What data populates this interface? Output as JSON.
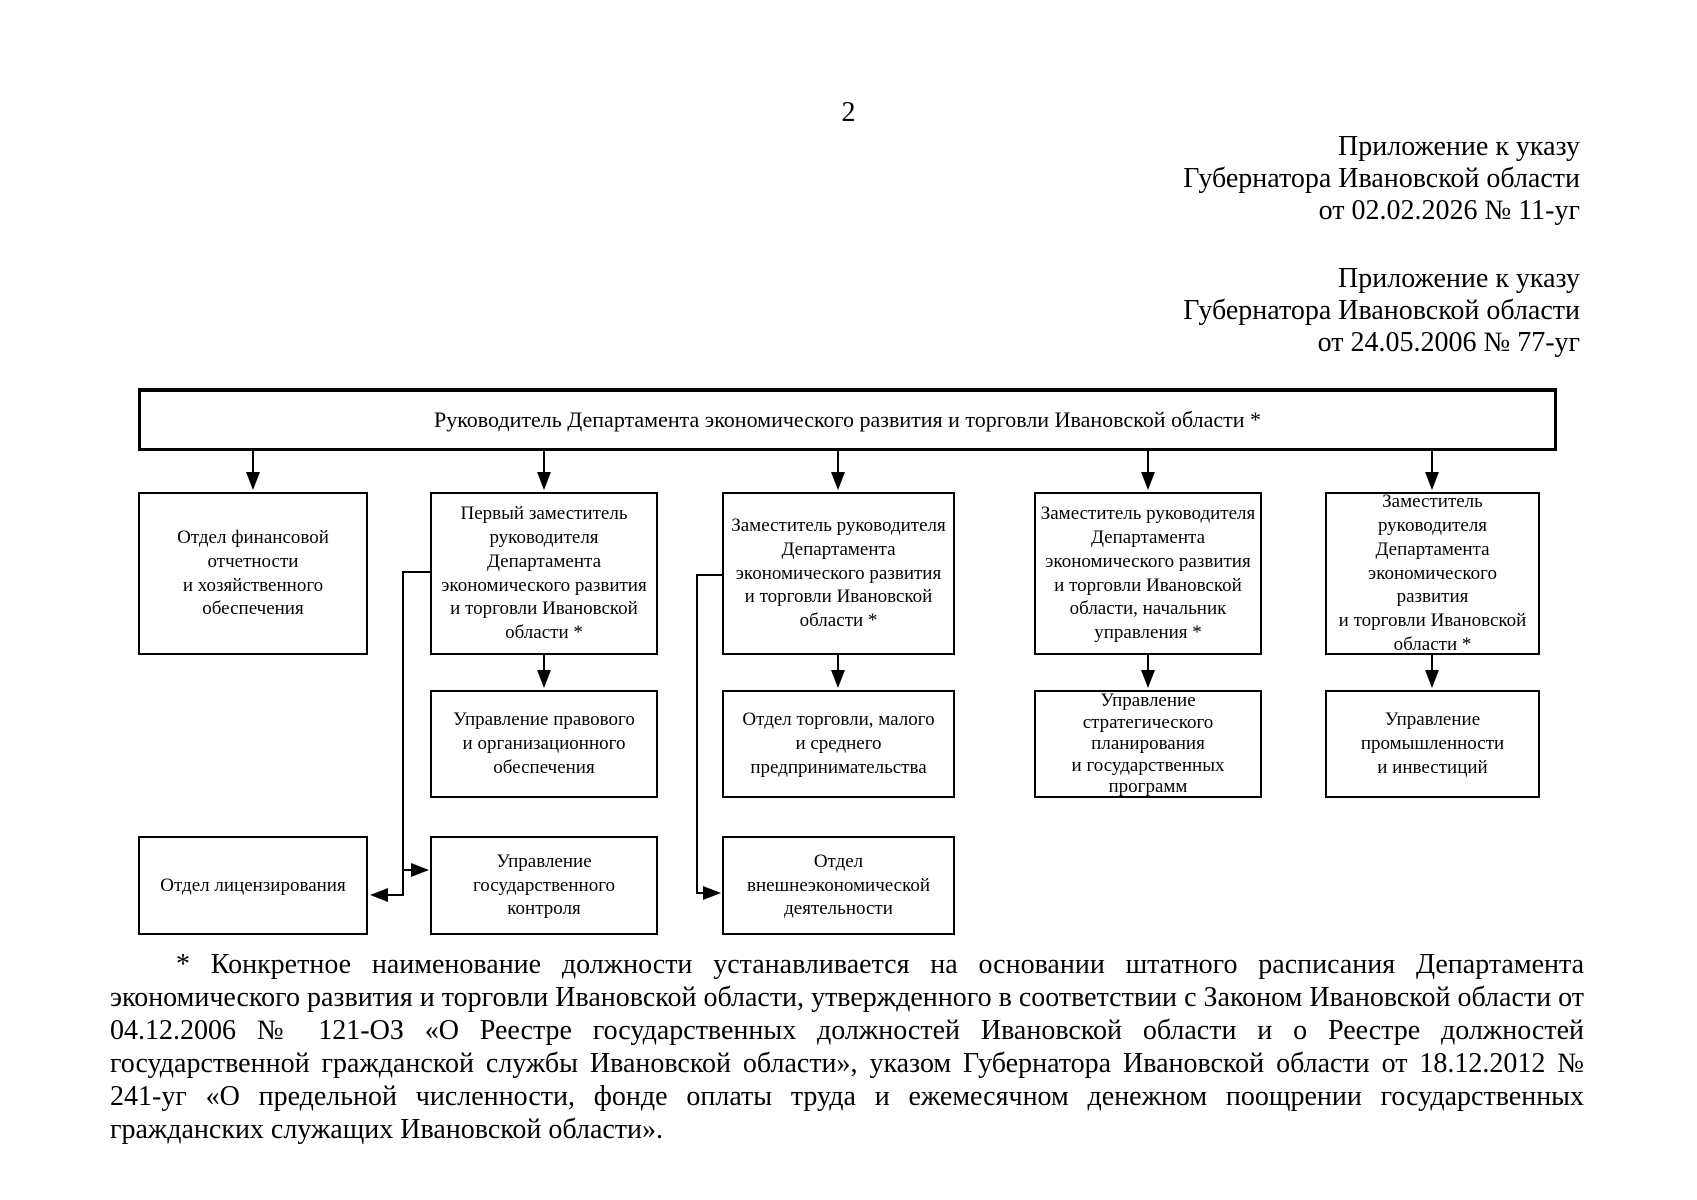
{
  "page": {
    "number": "2"
  },
  "annex1": {
    "line1": "Приложение к указу",
    "line2": "Губернатора Ивановской области",
    "line3": "от 02.02.2026 № 11-уг"
  },
  "annex2": {
    "line1": "Приложение к указу",
    "line2": "Губернатора Ивановской области",
    "line3": "от 24.05.2006 № 77-уг"
  },
  "orgchart": {
    "root": "Руководитель Департамента экономического развития и торговли Ивановской области *",
    "boxes": {
      "finance": "Отдел финансовой\nотчетности\nи хозяйственного\nобеспечения",
      "first_deputy": "Первый заместитель\nруководителя\nДепартамента\nэкономического развития\nи торговли Ивановской\nобласти *",
      "deputy_trade": "Заместитель руководителя\nДепартамента\nэкономического развития\nи торговли Ивановской\nобласти *",
      "deputy_head": "Заместитель руководителя\nДепартамента\nэкономического развития\nи торговли Ивановской\nобласти, начальник\nуправления *",
      "deputy_industry": "Заместитель руководителя\nДепартамента\nэкономического развития\nи торговли Ивановской\nобласти *",
      "legal": "Управление правового\nи организационного\nобеспечения",
      "trade_small_business": "Отдел торговли, малого\nи среднего\nпредпринимательства",
      "strategic_planning": "Управление\nстратегического\nпланирования\nи государственных\nпрограмм",
      "industry_investment": "Управление\nпромышленности\nи инвестиций",
      "licensing": "Отдел лицензирования",
      "state_control": "Управление\nгосударственного\nконтроля",
      "foreign_economic": "Отдел\nвнешнеэкономической\nдеятельности"
    }
  },
  "footnote": "* Конкретное наименование должности устанавливается на основании штатного расписания Департамента экономического развития и торговли Ивановской области, утвержденного в соответствии с Законом Ивановской области от 04.12.2006 № 121-ОЗ «О Реестре государственных должностей Ивановской области и о Реестре должностей государственной гражданской службы Ивановской области», указом Губернатора Ивановской области от 18.12.2012 № 241-уг «О предельной численности, фонде оплаты труда и ежемесячном денежном поощрении государственных гражданских служащих Ивановской области»."
}
